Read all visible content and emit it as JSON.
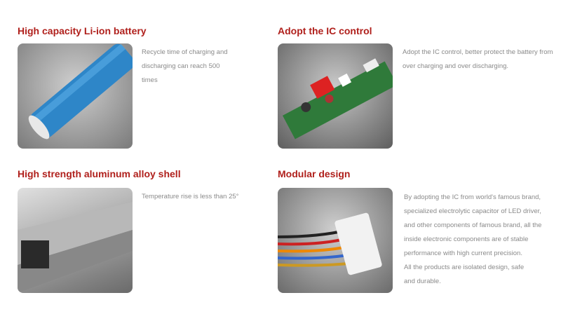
{
  "features": [
    {
      "title": "High capacity Li-ion battery",
      "image": "blue-li-ion-battery",
      "lines": [
        "Recycle time of charging and",
        "discharging can reach 500",
        "times"
      ]
    },
    {
      "title": "Adopt the IC control",
      "image": "circuit-board",
      "lines": [
        "Adopt the IC control, better protect the battery from",
        "over charging and over discharging."
      ]
    },
    {
      "title": "High strength aluminum alloy shell",
      "image": "aluminum-shell",
      "lines": [
        "Temperature rise is less than 25°"
      ]
    },
    {
      "title": "Modular design",
      "image": "connector-module",
      "lines": [
        "By adopting the IC from world's famous brand,",
        "specialized electrolytic capacitor of LED driver,",
        "and other components of famous brand, all the",
        "inside electronic components are of stable",
        "performance with high current precision.",
        "All the products are isolated design, safe",
        "and durable."
      ]
    }
  ]
}
